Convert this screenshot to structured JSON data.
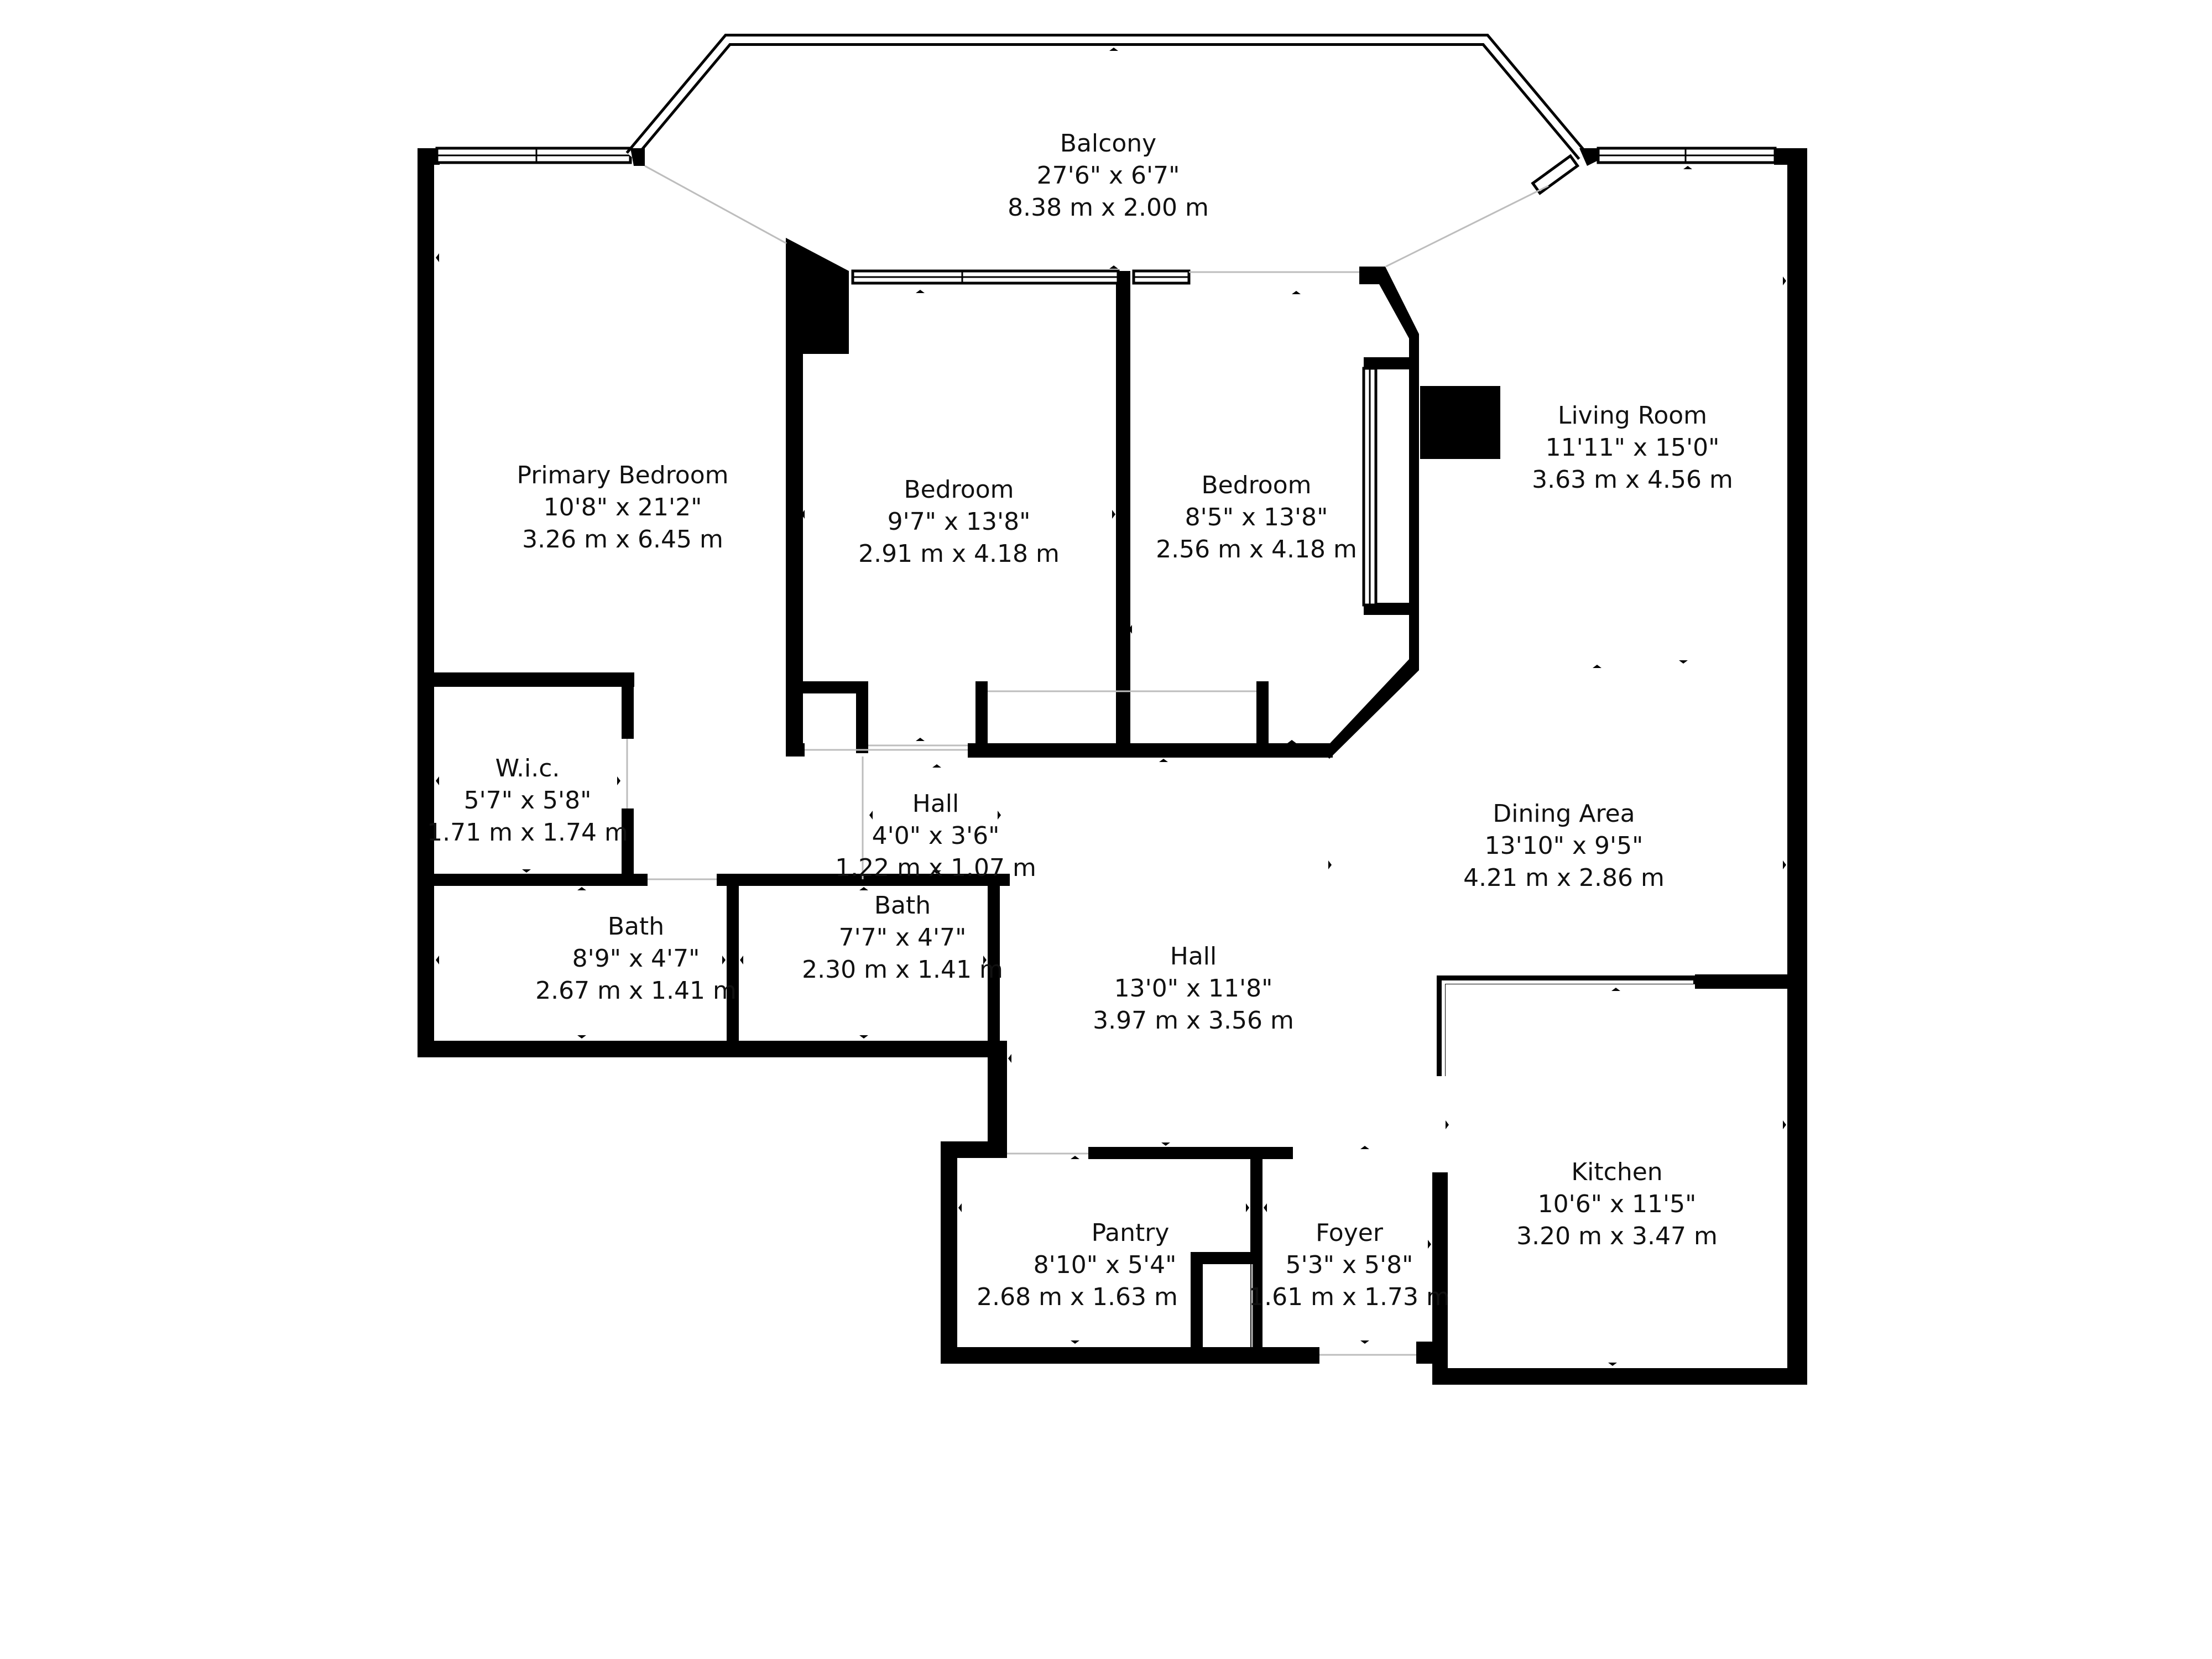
{
  "rooms": {
    "balcony": {
      "name": "Balcony",
      "imperial": "27'6\" x 6'7\"",
      "metric": "8.38 m x 2.00 m"
    },
    "primary_bedroom": {
      "name": "Primary Bedroom",
      "imperial": "10'8\" x 21'2\"",
      "metric": "3.26 m x 6.45 m"
    },
    "bedroom_1": {
      "name": "Bedroom",
      "imperial": "9'7\" x 13'8\"",
      "metric": "2.91 m x 4.18 m"
    },
    "bedroom_2": {
      "name": "Bedroom",
      "imperial": "8'5\" x 13'8\"",
      "metric": "2.56 m x 4.18 m"
    },
    "living_room": {
      "name": "Living Room",
      "imperial": "11'11\" x 15'0\"",
      "metric": "3.63 m x 4.56 m"
    },
    "wic": {
      "name": "W.i.c.",
      "imperial": "5'7\" x 5'8\"",
      "metric": "1.71 m x 1.74 m"
    },
    "hall_small": {
      "name": "Hall",
      "imperial": "4'0\" x 3'6\"",
      "metric": "1.22 m x 1.07 m"
    },
    "dining_area": {
      "name": "Dining Area",
      "imperial": "13'10\" x 9'5\"",
      "metric": "4.21 m x 2.86 m"
    },
    "bath_1": {
      "name": "Bath",
      "imperial": "8'9\" x 4'7\"",
      "metric": "2.67 m x 1.41 m"
    },
    "bath_2": {
      "name": "Bath",
      "imperial": "7'7\" x 4'7\"",
      "metric": "2.30 m x 1.41 m"
    },
    "hall_main": {
      "name": "Hall",
      "imperial": "13'0\" x 11'8\"",
      "metric": "3.97 m x 3.56 m"
    },
    "kitchen": {
      "name": "Kitchen",
      "imperial": "10'6\" x 11'5\"",
      "metric": "3.20 m x 3.47 m"
    },
    "pantry": {
      "name": "Pantry",
      "imperial": "8'10\" x 5'4\"",
      "metric": "2.68 m x 1.63 m"
    },
    "foyer": {
      "name": "Foyer",
      "imperial": "5'3\" x 5'8\"",
      "metric": "1.61 m x 1.73 m"
    }
  },
  "colors": {
    "wall": "#000000",
    "background": "#ffffff",
    "text": "#111111",
    "opening": "#bdbdbd"
  }
}
